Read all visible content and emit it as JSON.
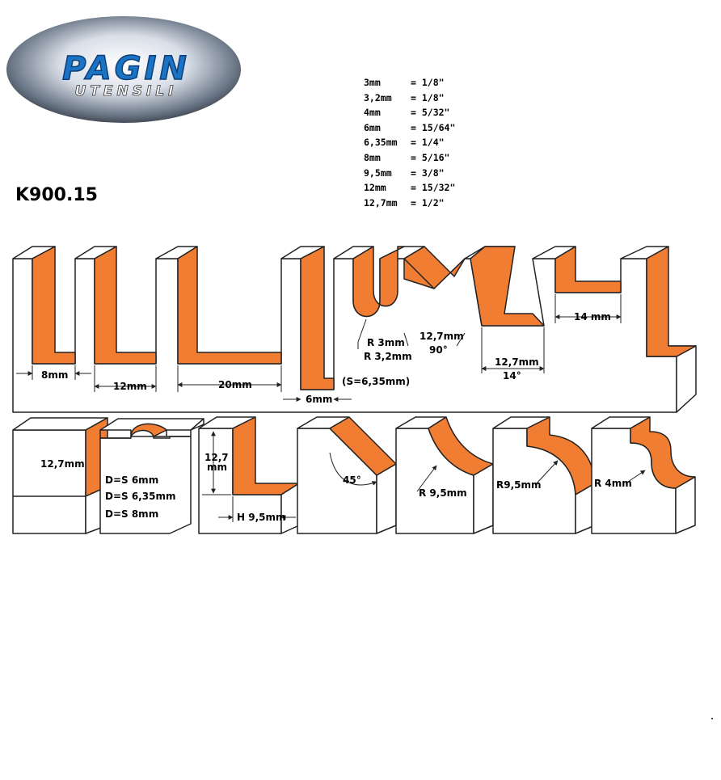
{
  "logo": {
    "line1": "PAGIN",
    "line2": "UTENSILI"
  },
  "product_code": "K900.15",
  "conversions": [
    {
      "mm": "3mm",
      "inch": "= 1/8\""
    },
    {
      "mm": "3,2mm",
      "inch": "= 1/8\""
    },
    {
      "mm": "4mm",
      "inch": "= 5/32\""
    },
    {
      "mm": "6mm",
      "inch": "= 15/64\""
    },
    {
      "mm": "6,35mm",
      "inch": "= 1/4\""
    },
    {
      "mm": "8mm",
      "inch": "= 5/16\""
    },
    {
      "mm": "9,5mm",
      "inch": "= 3/8\""
    },
    {
      "mm": "12mm",
      "inch": "= 15/32\""
    },
    {
      "mm": "12,7mm",
      "inch": "= 1/2\""
    }
  ],
  "top_profiles": {
    "straight_8": "8mm",
    "straight_12": "12mm",
    "straight_20": "20mm",
    "slot_6": "6mm",
    "shank_note": "(S=6,35mm)",
    "core_box_r1": "R 3mm",
    "core_box_r2": "R 3,2mm",
    "vgroove_width": "12,7mm",
    "vgroove_angle": "90°",
    "dovetail_width": "12,7mm",
    "dovetail_angle": "14°",
    "rabbet_width": "14 mm"
  },
  "bottom_profiles": {
    "flush_height": "12,7mm",
    "bearing_1": "D=S  6mm",
    "bearing_2": "D=S  6,35mm",
    "bearing_3": "D=S  8mm",
    "rabbet_height_1": "12,7",
    "rabbet_height_2": "mm",
    "rabbet_width": "H 9,5mm",
    "chamfer_angle": "45°",
    "cove_radius": "R 9,5mm",
    "roundover_radius": "R9,5mm",
    "ogee_radius": "R 4mm"
  },
  "colors": {
    "profile_orange": "#f07d32",
    "outline": "#222222",
    "logo_blue": "#1b73c4"
  }
}
